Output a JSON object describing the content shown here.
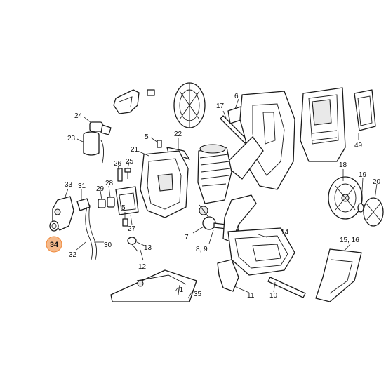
{
  "highlight": {
    "label": "34",
    "fill": "#f5b98a",
    "stroke": "#f08a3c"
  },
  "labels": [
    {
      "text": "6"
    },
    {
      "text": "17"
    },
    {
      "text": "49"
    },
    {
      "text": "24"
    },
    {
      "text": "5"
    },
    {
      "text": "22"
    },
    {
      "text": "23"
    },
    {
      "text": "21"
    },
    {
      "text": "25"
    },
    {
      "text": "26"
    },
    {
      "text": "18"
    },
    {
      "text": "19"
    },
    {
      "text": "20"
    },
    {
      "text": "33"
    },
    {
      "text": "31"
    },
    {
      "text": "29"
    },
    {
      "text": "28"
    },
    {
      "text": "14"
    },
    {
      "text": "5"
    },
    {
      "text": "27"
    },
    {
      "text": "7"
    },
    {
      "text": "13"
    },
    {
      "text": "8, 9"
    },
    {
      "text": "15, 16"
    },
    {
      "text": "32"
    },
    {
      "text": "30"
    },
    {
      "text": "12"
    },
    {
      "text": "41"
    },
    {
      "text": "35"
    },
    {
      "text": "11"
    },
    {
      "text": "10"
    }
  ]
}
